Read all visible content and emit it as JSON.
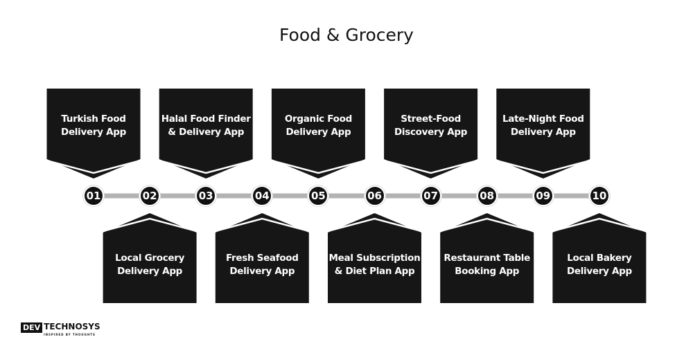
{
  "title": "Food & Grocery",
  "items": [
    {
      "number": "01",
      "label": "Turkish Food Delivery App",
      "position": "top"
    },
    {
      "number": "02",
      "label": "Local Grocery Delivery App",
      "position": "bottom"
    },
    {
      "number": "03",
      "label": "Halal Food Finder & Delivery App",
      "position": "top"
    },
    {
      "number": "04",
      "label": "Fresh Seafood Delivery App",
      "position": "bottom"
    },
    {
      "number": "05",
      "label": "Organic Food Delivery App",
      "position": "top"
    },
    {
      "number": "06",
      "label": "Meal Subscription & Diet Plan App",
      "position": "bottom"
    },
    {
      "number": "07",
      "label": "Street-Food Discovery App",
      "position": "top"
    },
    {
      "number": "08",
      "label": "Restaurant Table Booking App",
      "position": "bottom"
    },
    {
      "number": "09",
      "label": "Late-Night Food Delivery App",
      "position": "top"
    },
    {
      "number": "10",
      "label": "Local Bakery Delivery App",
      "position": "bottom"
    }
  ],
  "logo": {
    "brand_left": "DEV",
    "brand_right": "TECHNOSYS",
    "tagline": "INSPIRED BY THOUGHTS"
  },
  "colors": {
    "card": "#161616",
    "timeline": "#b3b3b3",
    "text": "#ffffff"
  }
}
